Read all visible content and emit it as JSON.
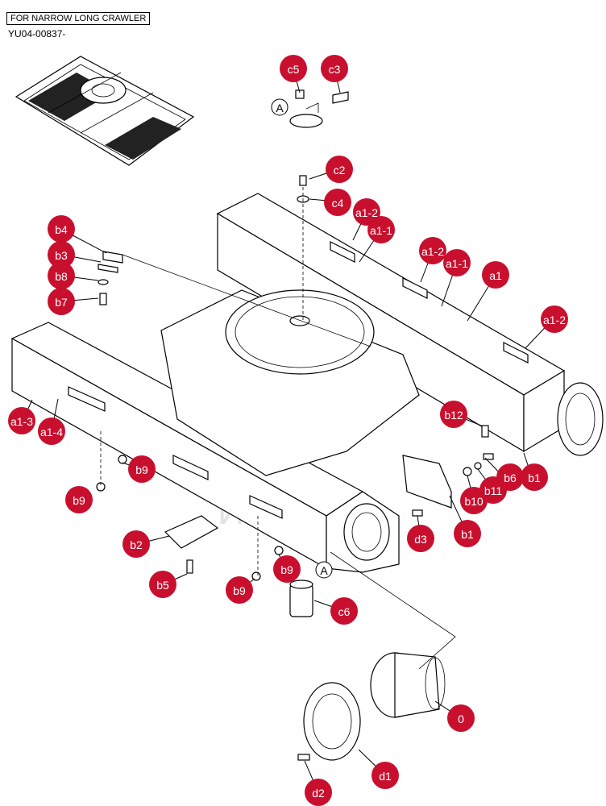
{
  "header": {
    "variant_label": "FOR NARROW LONG CRAWLER",
    "part_number": "YU04-00837-"
  },
  "watermark": {
    "text": "ИНТЕ",
    "color": "#f2a3a3"
  },
  "callout_color": "#c8102e",
  "callouts": [
    "c5",
    "c3",
    "c2",
    "c4",
    "b4",
    "b3",
    "b8",
    "b7",
    "a1-2",
    "a1-1",
    "a1-2",
    "a1-1",
    "a1",
    "a1-2",
    "a1-3",
    "a1-4",
    "b12",
    "b9",
    "b9",
    "b6",
    "b1",
    "b10",
    "b11",
    "b1",
    "d3",
    "b2",
    "b5",
    "b9",
    "b9",
    "c6",
    "0",
    "d1",
    "d2"
  ],
  "view_refs": [
    "A",
    "A"
  ]
}
